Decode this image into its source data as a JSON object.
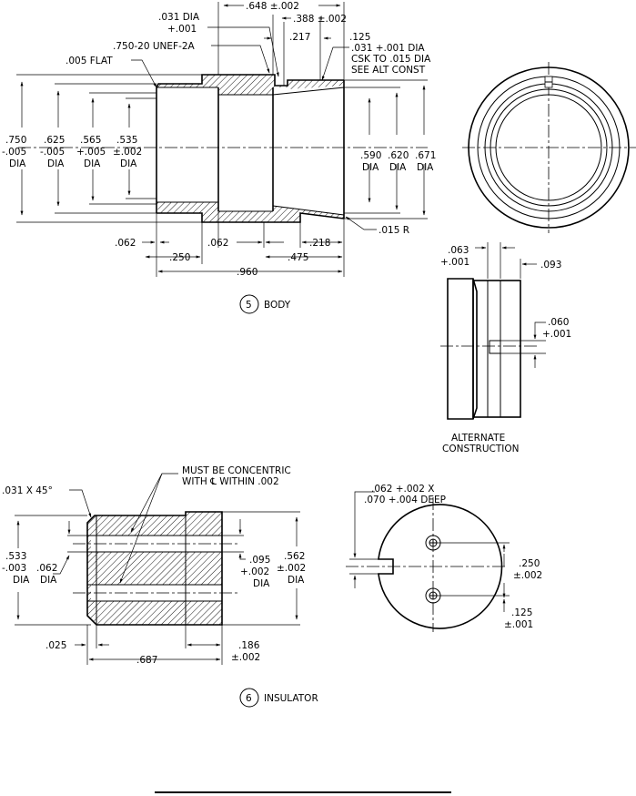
{
  "body_view": {
    "part_number": "5",
    "part_label": "BODY",
    "dims": {
      "overall_top": ".648 ±.002",
      "hole_dia_1": ".031 DIA",
      "hole_dia_1_tol": "+.001",
      "thread": ".750-20 UNEF-2A",
      "flat": ".005 FLAT",
      "dim_388": ".388 ±.002",
      "dim_217": ".217",
      "dim_125": ".125",
      "csk_1": ".031 +.001 DIA",
      "csk_2": "CSK TO .015 DIA",
      "csk_3": "SEE ALT CONST",
      "left_dias": [
        [
          ".750",
          "-.005",
          "DIA"
        ],
        [
          ".625",
          "-.005",
          "DIA"
        ],
        [
          ".565",
          "+.005",
          "DIA"
        ],
        [
          ".535",
          "±.002",
          "DIA"
        ]
      ],
      "right_dias": [
        [
          ".590",
          "DIA"
        ],
        [
          ".620",
          "DIA"
        ],
        [
          ".671",
          "DIA"
        ]
      ],
      "bottom_062a": ".062",
      "bottom_062b": ".062",
      "bottom_218": ".218",
      "bottom_250": ".250",
      "bottom_475": ".475",
      "bottom_960": ".960",
      "radius": ".015 R"
    }
  },
  "alt_view": {
    "dim_063": ".063",
    "dim_063_tol": "+.001",
    "dim_093": ".093",
    "dim_060": ".060",
    "dim_060_tol": "+.001",
    "caption_1": "ALTERNATE",
    "caption_2": "CONSTRUCTION"
  },
  "insulator_view": {
    "part_number": "6",
    "part_label": "INSULATOR",
    "dims": {
      "chamfer": ".031 X 45°",
      "note_1": "MUST BE CONCENTRIC",
      "note_2": "WITH ℄ WITHIN .002",
      "dim_533": ".533",
      "dim_533_tol": "-.003",
      "dim_533_dia": "DIA",
      "dim_062": ".062",
      "dim_062_dia": "DIA",
      "dim_095": ".095",
      "dim_095_tol": "+.002",
      "dim_095_dia": "DIA",
      "dim_562": ".562",
      "dim_562_tol": "±.002",
      "dim_562_dia": "DIA",
      "dim_025": ".025",
      "dim_687": ".687",
      "dim_186": ".186",
      "dim_186_tol": "±.002",
      "slot_1": ".062 +.002 X",
      "slot_2": ".070 +.004 DEEP",
      "dim_250": ".250",
      "dim_250_tol": "±.002",
      "dim_125": ".125",
      "dim_125_tol": "±.001"
    }
  }
}
